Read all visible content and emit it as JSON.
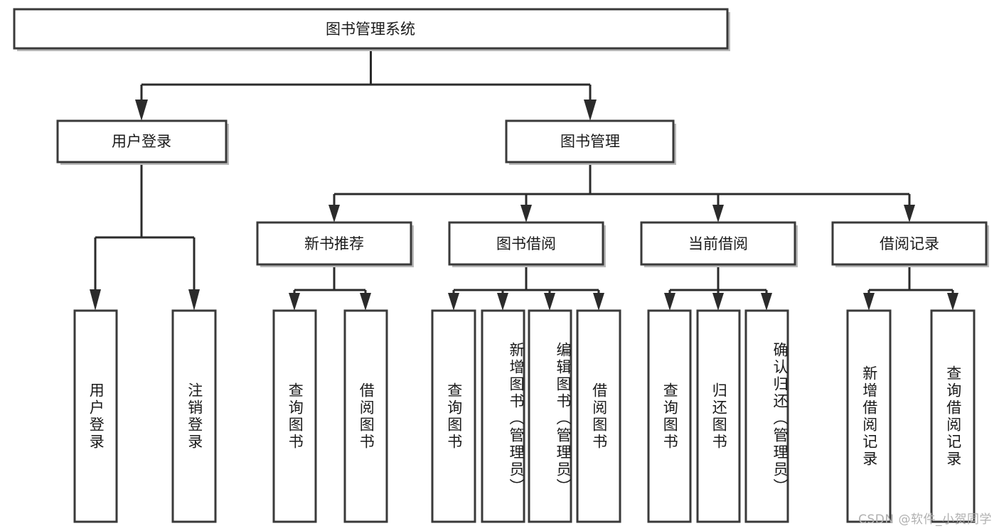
{
  "diagram": {
    "title": "图书管理系统",
    "type": "tree-hierarchy",
    "watermark": "CSDN @软件_小贺同学",
    "root": {
      "label": "图书管理系统"
    },
    "level2": [
      {
        "label": "用户登录"
      },
      {
        "label": "图书管理"
      }
    ],
    "level3": [
      {
        "label": "新书推荐"
      },
      {
        "label": "图书借阅"
      },
      {
        "label": "当前借阅"
      },
      {
        "label": "借阅记录"
      }
    ],
    "leaves": {
      "user_login": [
        {
          "label": "用户登录"
        },
        {
          "label": "注销登录"
        }
      ],
      "new_book": [
        {
          "label": "查询图书"
        },
        {
          "label": "借阅图书"
        }
      ],
      "book_borrow": [
        {
          "label": "查询图书"
        },
        {
          "label": "新增图书（管理员）"
        },
        {
          "label": "编辑图书（管理员）"
        },
        {
          "label": "借阅图书"
        }
      ],
      "current_borrow": [
        {
          "label": "查询图书"
        },
        {
          "label": "归还图书"
        },
        {
          "label": "确认归还（管理员）"
        }
      ],
      "borrow_record": [
        {
          "label": "新增借阅记录"
        },
        {
          "label": "查询借阅记录"
        }
      ]
    },
    "colors": {
      "box_stroke": "#3a3a3a",
      "box_fill": "#ffffff",
      "line": "#2b2b2b",
      "text": "#1a1a1a",
      "watermark": "#b0b0b0",
      "background": "#ffffff"
    }
  }
}
